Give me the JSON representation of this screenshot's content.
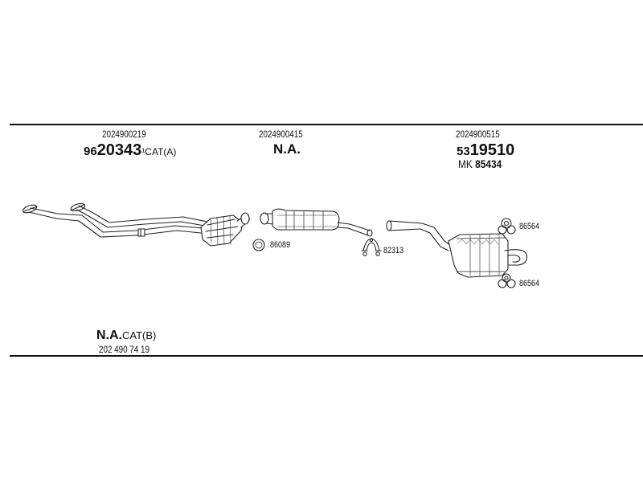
{
  "sections": [
    {
      "part_no": "2024900219",
      "ref_prefix": "96",
      "ref_bold": "20343",
      "ref_suffix": "¹CAT(A)"
    },
    {
      "part_no": "2024900415",
      "ref_bold": "N.A."
    },
    {
      "part_no": "2024900515",
      "ref_prefix": "53",
      "ref_bold": "19510",
      "mk_label": "MK",
      "mk_value": "85434"
    }
  ],
  "bottom": {
    "label_bold": "N.A.",
    "label_suffix": "CAT(B)",
    "part_no": "202 490 74 19"
  },
  "fittings": {
    "ring": "86089",
    "clamp": "82313",
    "mount_upper": "86564",
    "mount_lower": "86564"
  }
}
